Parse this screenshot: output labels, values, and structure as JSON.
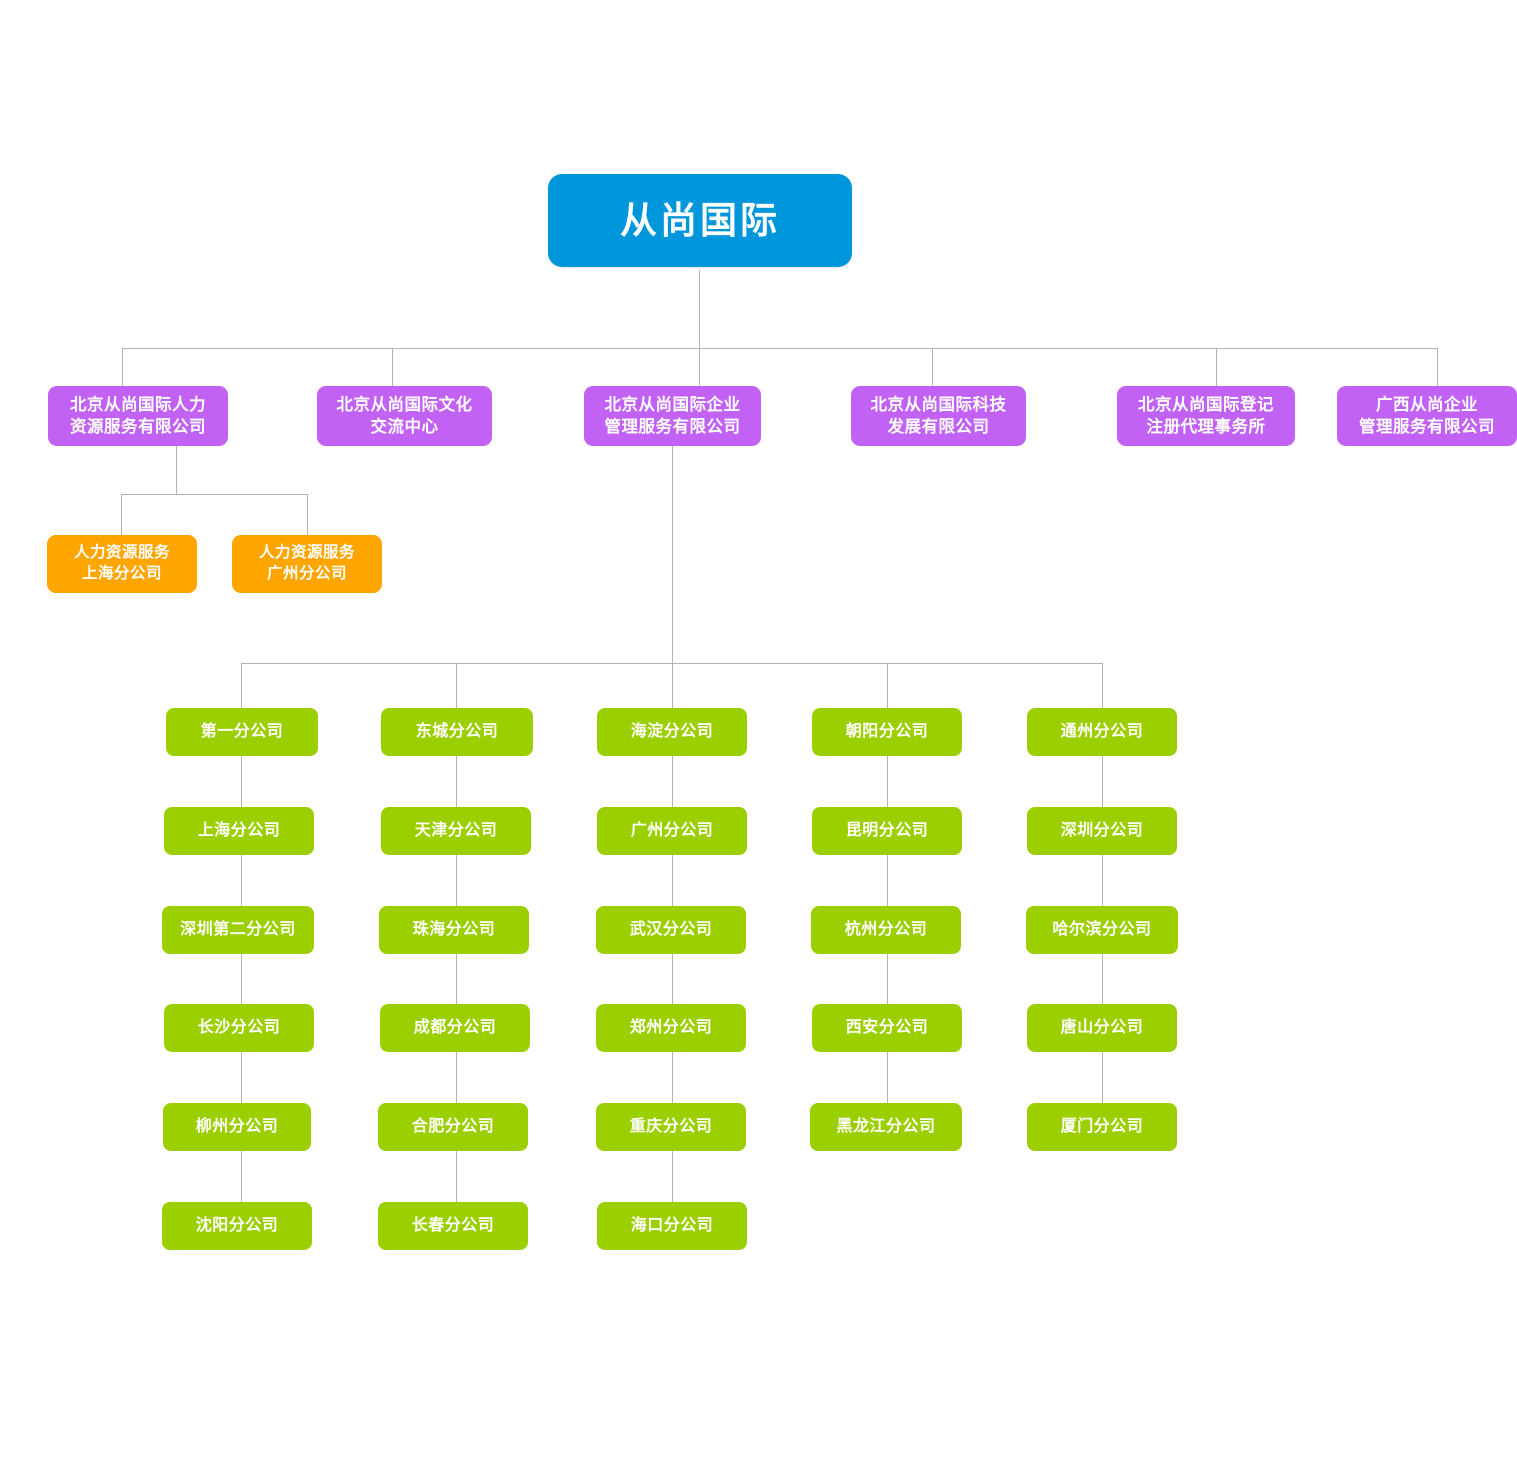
{
  "diagram": {
    "type": "org-chart",
    "title_node": "从尚国际",
    "colors": {
      "root": "#0096DC",
      "division": "#C262F5",
      "hr_branch": "#FFA500",
      "company_branch": "#9CCF00",
      "connector": "#B3B3B3",
      "background": "#FFFFFF",
      "label_text": "#FFFFFF"
    },
    "root": {
      "label": "从尚国际"
    },
    "divisions": [
      {
        "label": "北京从尚国际人力\n资源服务有限公司"
      },
      {
        "label": "北京从尚国际文化\n交流中心"
      },
      {
        "label": "北京从尚国际企业\n管理服务有限公司"
      },
      {
        "label": "北京从尚国际科技\n发展有限公司"
      },
      {
        "label": "北京从尚国际登记\n注册代理事务所"
      },
      {
        "label": "广西从尚企业\n管理服务有限公司"
      }
    ],
    "hr_branches": [
      {
        "label": "人力资源服务\n上海分公司"
      },
      {
        "label": "人力资源服务\n广州分公司"
      }
    ],
    "company_branch_columns": [
      {
        "nodes": [
          {
            "label": "第一分公司"
          },
          {
            "label": "上海分公司"
          },
          {
            "label": "深圳第二分公司"
          },
          {
            "label": "长沙分公司"
          },
          {
            "label": "柳州分公司"
          },
          {
            "label": "沈阳分公司"
          }
        ]
      },
      {
        "nodes": [
          {
            "label": "东城分公司"
          },
          {
            "label": "天津分公司"
          },
          {
            "label": "珠海分公司"
          },
          {
            "label": "成都分公司"
          },
          {
            "label": "合肥分公司"
          },
          {
            "label": "长春分公司"
          }
        ]
      },
      {
        "nodes": [
          {
            "label": "海淀分公司"
          },
          {
            "label": "广州分公司"
          },
          {
            "label": "武汉分公司"
          },
          {
            "label": "郑州分公司"
          },
          {
            "label": "重庆分公司"
          },
          {
            "label": "海口分公司"
          }
        ]
      },
      {
        "nodes": [
          {
            "label": "朝阳分公司"
          },
          {
            "label": "昆明分公司"
          },
          {
            "label": "杭州分公司"
          },
          {
            "label": "西安分公司"
          },
          {
            "label": "黑龙江分公司"
          }
        ]
      },
      {
        "nodes": [
          {
            "label": "通州分公司"
          },
          {
            "label": "深圳分公司"
          },
          {
            "label": "哈尔滨分公司"
          },
          {
            "label": "唐山分公司"
          },
          {
            "label": "厦门分公司"
          }
        ]
      }
    ]
  }
}
